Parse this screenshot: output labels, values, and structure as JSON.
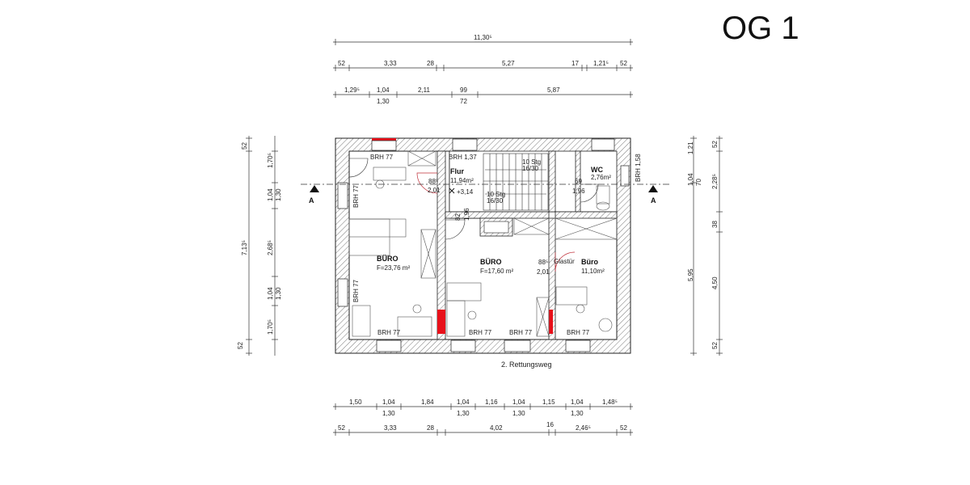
{
  "floor_label": "OG 1",
  "top_dims": {
    "row1": [
      "11,30⁵"
    ],
    "row2": [
      "52",
      "3,33",
      "28",
      "5,27",
      "17",
      "1,21⁵",
      "52"
    ],
    "row3": [
      "1,29⁵",
      "1,04",
      "1,30",
      "2,11",
      "99",
      "72",
      "5,87"
    ]
  },
  "bottom_dims": {
    "row1": [
      "1,50",
      "1,04",
      "1,30",
      "1,84",
      "1,04",
      "1,30",
      "1,16",
      "1,04",
      "1,30",
      "1,15",
      "1,04",
      "1,30",
      "1,48⁵"
    ],
    "row2": [
      "52",
      "3,33",
      "28",
      "4,02",
      "16",
      "2,46⁵",
      "52"
    ]
  },
  "left_dims": {
    "outer": [
      "52",
      "7,13⁵",
      "52"
    ],
    "inner": [
      "1,70⁵",
      "1,04",
      "1,30",
      "2,68⁵",
      "1,04",
      "1,30",
      "1,70⁵"
    ]
  },
  "right_dims": {
    "outer": [
      "52",
      "1,21",
      "2,28⁵",
      "38",
      "4,50",
      "52"
    ],
    "inner": [
      "1,04",
      "70",
      "5,95"
    ]
  },
  "rooms": {
    "buero_left": {
      "name": "BÜRO",
      "area": "F=23,76 m²"
    },
    "buero_mid": {
      "name": "BÜRO",
      "area": "F=17,60 m²"
    },
    "buero_right": {
      "name": "Büro",
      "area": "11,10m²"
    },
    "flur": {
      "name": "Flur",
      "area": "11,94m²",
      "level": "+3,14"
    },
    "wc": {
      "name": "WC",
      "area": "2,76m²"
    }
  },
  "labels": {
    "brh77": "BRH 77",
    "brh137": "BRH 1,37",
    "brh158": "BRH 1,58",
    "stair_upper": "10 Stg",
    "stair_upper_ratio": "16/30",
    "stair_lower": "10 Stg",
    "stair_lower_ratio": "16/30",
    "door_flur_w": "88⁵",
    "door_flur_h": "2,01",
    "door_glass_w": "88⁵",
    "door_glass_h": "2,01",
    "glastuer": "Glastür",
    "door_wc_w": "69",
    "door_wc_h": "1,96",
    "door_mid_w": "82",
    "door_mid_h": "1,96",
    "section_mark": "A",
    "rettungsweg": "2. Rettungsweg"
  }
}
